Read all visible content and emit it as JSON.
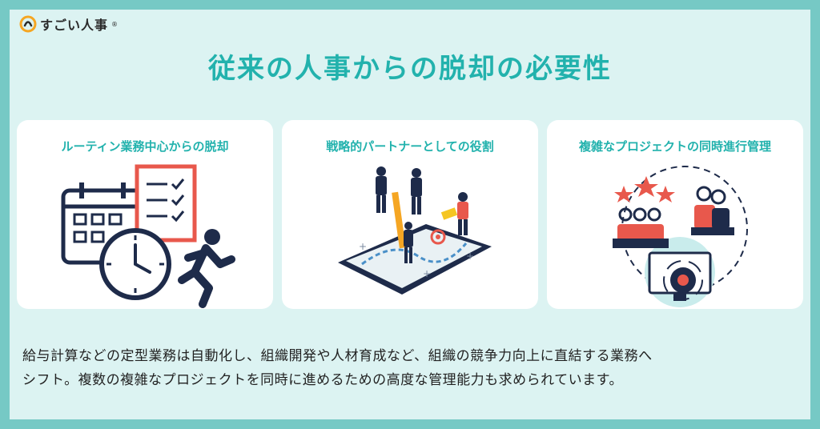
{
  "brand": {
    "name": "すごい人事",
    "reg": "®"
  },
  "title": "従来の人事からの脱却の必要性",
  "cards": [
    {
      "title": "ルーティン業務中心からの脱却",
      "icon": "clock-calendar-runner-icon"
    },
    {
      "title": "戦略的パートナーとしての役割",
      "icon": "strategy-map-team-icon"
    },
    {
      "title": "複雑なプロジェクトの同時進行管理",
      "icon": "project-management-icon"
    }
  ],
  "description": {
    "line1": "給与計算などの定型業務は自動化し、組織開発や人材育成など、組織の競争力向上に直結する業務へ",
    "line2": "シフト。複数の複雑なプロジェクトを同時に進めるための高度な管理能力も求められています。"
  },
  "colors": {
    "accent": "#22b2ad",
    "border": "#76c9c5",
    "panel": "#dcf3f2",
    "illus_red": "#e8584c",
    "illus_navy": "#1e2b4a"
  }
}
